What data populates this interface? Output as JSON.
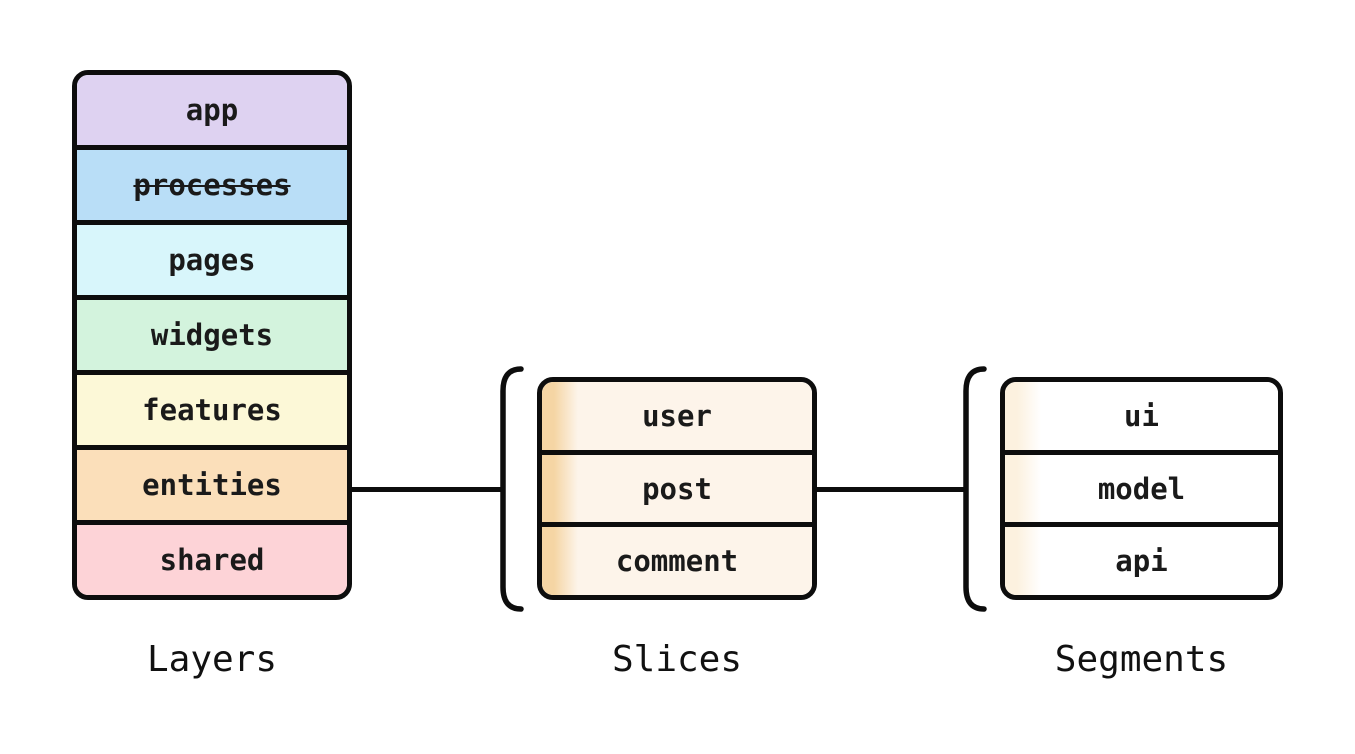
{
  "canvas": {
    "background": "#ffffff",
    "stroke_color": "#0d0d0d",
    "text_color": "#1a1a1a"
  },
  "layers": {
    "caption": "Layers",
    "items": [
      {
        "label": "app",
        "color": "#ded2f1",
        "deprecated": false
      },
      {
        "label": "processes",
        "color": "#b9def7",
        "deprecated": true
      },
      {
        "label": "pages",
        "color": "#d8f6fb",
        "deprecated": false
      },
      {
        "label": "widgets",
        "color": "#d3f3dd",
        "deprecated": false
      },
      {
        "label": "features",
        "color": "#fcf8d7",
        "deprecated": false
      },
      {
        "label": "entities",
        "color": "#fbdfba",
        "deprecated": false
      },
      {
        "label": "shared",
        "color": "#fdd3d7",
        "deprecated": false
      }
    ]
  },
  "slices": {
    "caption": "Slices",
    "stripe_color": "#f5d5a4",
    "body_color": "#fdf4ea",
    "items": [
      {
        "label": "user"
      },
      {
        "label": "post"
      },
      {
        "label": "comment"
      }
    ]
  },
  "segments": {
    "caption": "Segments",
    "stripe_color": "#fcf1df",
    "body_color": "#ffffff",
    "items": [
      {
        "label": "ui"
      },
      {
        "label": "model"
      },
      {
        "label": "api"
      }
    ]
  }
}
